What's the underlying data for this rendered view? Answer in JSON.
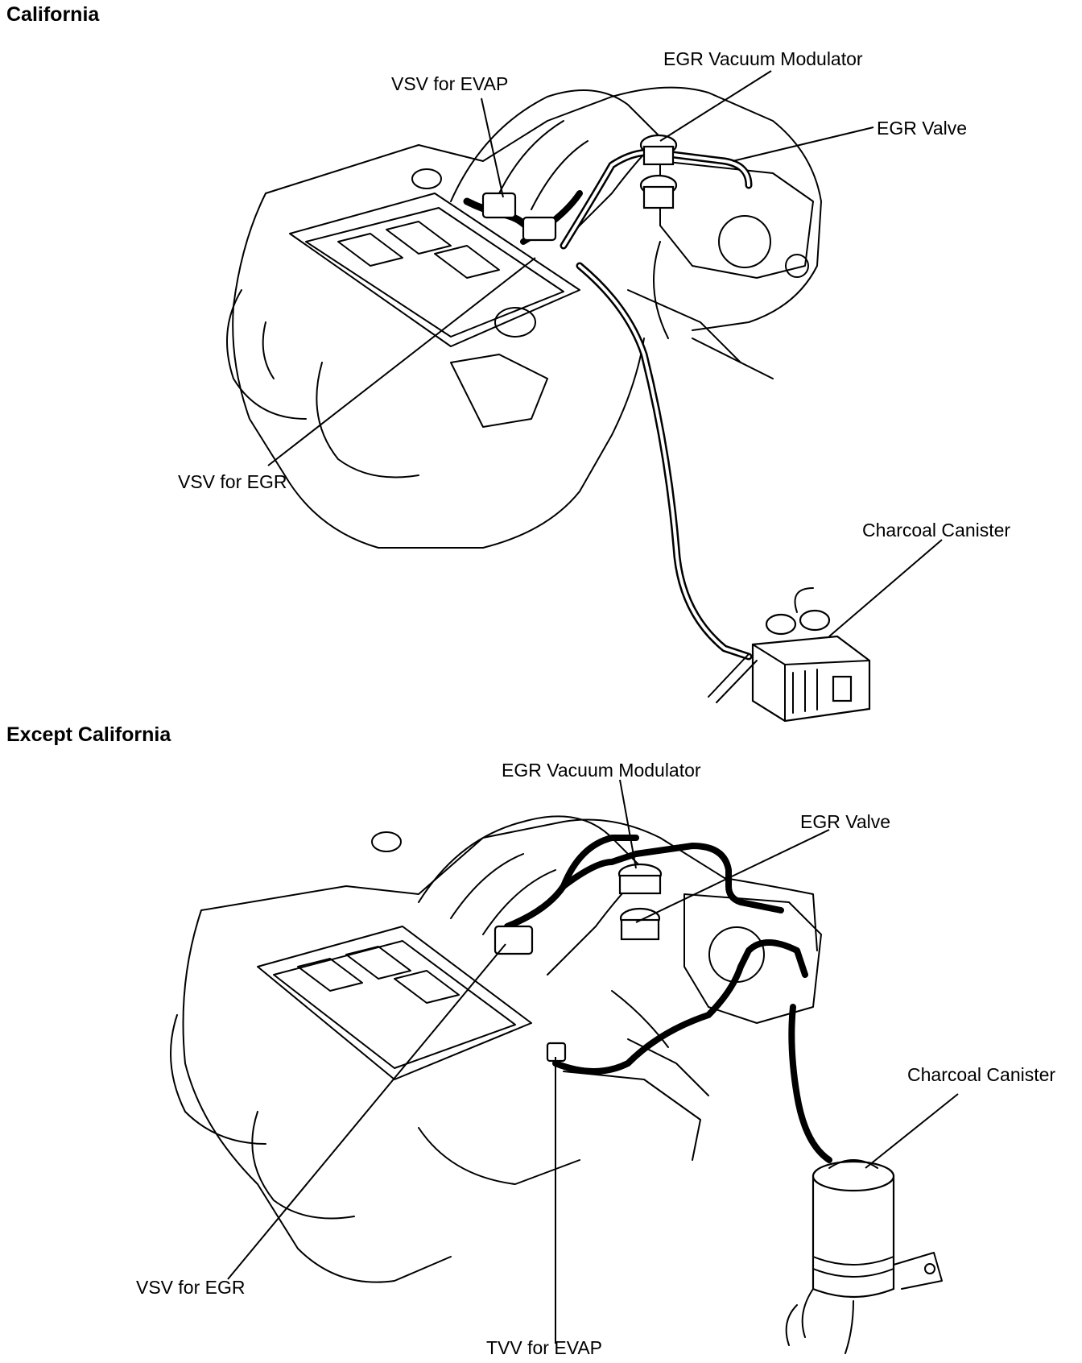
{
  "sections": [
    {
      "heading": "California",
      "labels": {
        "egr_vacuum_modulator": "EGR Vacuum Modulator",
        "vsv_for_evap": "VSV  for EVAP",
        "egr_valve": "EGR Valve",
        "vsv_for_egr": "VSV  for EGR",
        "charcoal_canister": "Charcoal Canister"
      }
    },
    {
      "heading": "Except California",
      "labels": {
        "egr_vacuum_modulator": "EGR Vacuum Modulator",
        "egr_valve": "EGR Valve",
        "charcoal_canister": "Charcoal Canister",
        "vsv_for_egr": "VSV  for EGR",
        "tvv_for_evap": "TVV  for EVAP"
      }
    }
  ]
}
